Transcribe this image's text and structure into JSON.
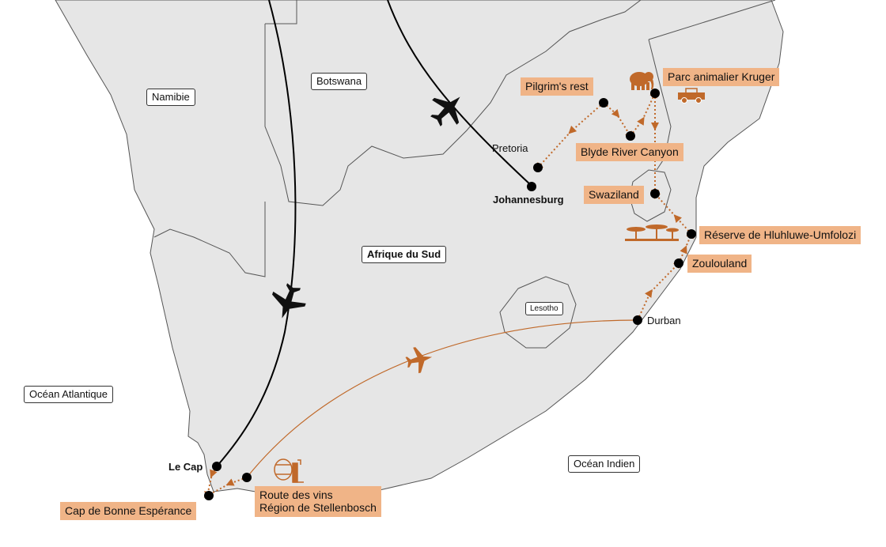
{
  "countries": {
    "namibia": "Namibie",
    "botswana": "Botswana",
    "south_africa": "Afrique du Sud",
    "lesotho": "Lesotho"
  },
  "oceans": {
    "atlantic": "Océan Atlantique",
    "indian": "Océan Indien"
  },
  "cities": {
    "pretoria": "Pretoria",
    "johannesburg": "Johannesburg",
    "durban": "Durban",
    "le_cap": "Le Cap"
  },
  "stops": {
    "pilgrims_rest": "Pilgrim's rest",
    "kruger": "Parc animalier Kruger",
    "blyde": "Blyde River Canyon",
    "swaziland": "Swaziland",
    "hluhluwe": "Réserve de Hluhluwe-Umfolozi",
    "zoulouland": "Zoulouland",
    "route_vins_line1": "Route des vins",
    "route_vins_line2": "Région de Stellenbosch",
    "cap_bonne_esperance": "Cap de Bonne Espérance"
  },
  "colors": {
    "land": "#e6e6e6",
    "border": "#555555",
    "route_accent": "#c0692a",
    "label_fill": "#f0b487",
    "flight_route": "#000000"
  },
  "icons": [
    "airplane-icon",
    "elephant-icon",
    "safari-jeep-icon",
    "savanna-trees-icon",
    "wine-barrel-icon"
  ]
}
